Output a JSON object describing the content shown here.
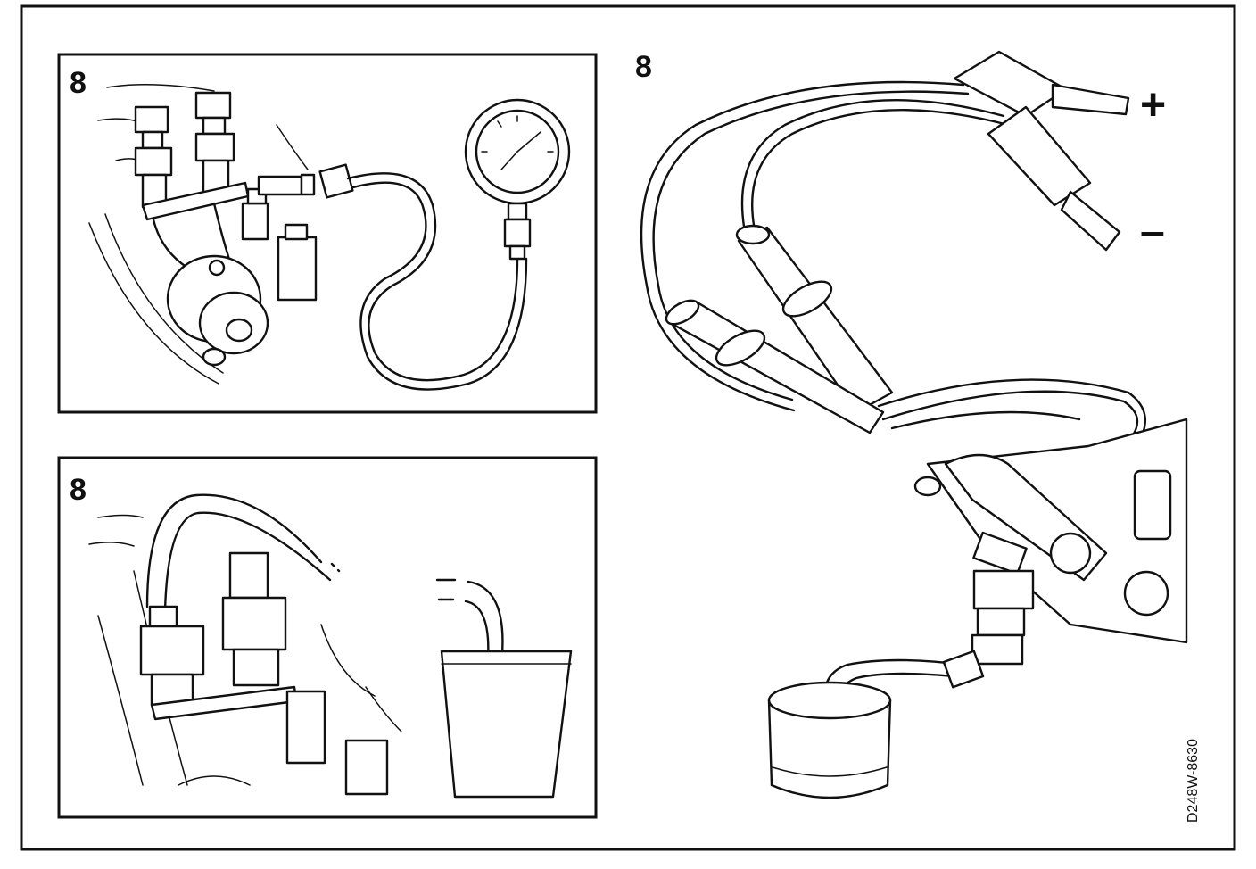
{
  "step_labels": {
    "top_left": "8",
    "bottom_left": "8",
    "right": "8"
  },
  "polarity": {
    "plus": "+",
    "minus": "–"
  },
  "figure_reference": "D248W-8630",
  "colors": {
    "ink": "#111111",
    "paper": "#ffffff"
  }
}
